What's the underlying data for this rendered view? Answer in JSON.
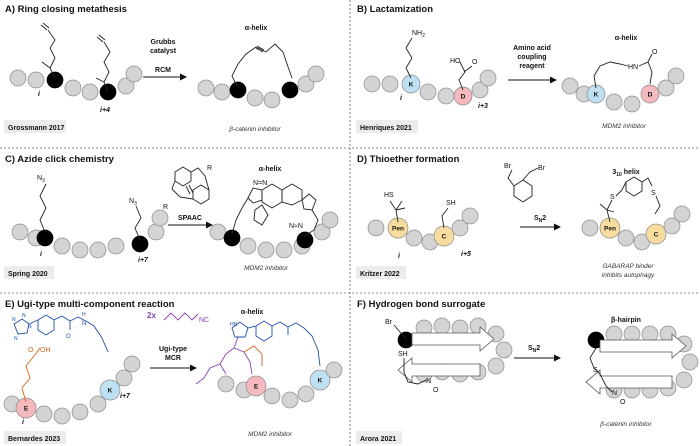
{
  "panels": {
    "A": {
      "title": "A)  Ring closing metathesis",
      "conformation": "α-helix",
      "arrow_top": "Grubbs",
      "arrow_top2": "catalyst",
      "arrow_bottom": "RCM",
      "res_i": "i",
      "res_i4": "i+4",
      "citation": "Grossmann 2017",
      "target": "β-catenin inhibitor"
    },
    "B": {
      "title": "B)  Lactamization",
      "conformation": "α-helix",
      "arrow_top": "Amino acid",
      "arrow_top2": "coupling",
      "arrow_top3": "reagent",
      "nh2": "NH",
      "nh2_sub": "2",
      "ho": "HO",
      "o": "O",
      "hn": "HN",
      "k": "K",
      "d": "D",
      "res_i": "i",
      "res_i3": "i+3",
      "citation": "Henriques 2021",
      "target": "MDM2 inhibitor"
    },
    "C": {
      "title": "C)  Azide click chemistry",
      "conformation": "α-helix",
      "n3a": "N",
      "n3a_sub": "3",
      "n3b": "N",
      "n3b_sub": "3",
      "r_top": "R",
      "r_bot": "R",
      "arrow_label": "SPAAC",
      "res_i": "i",
      "res_i7": "i+7",
      "citation": "Spring 2020",
      "target": "MDM2 inhibitor"
    },
    "D": {
      "title": "D)  Thioether formation",
      "conformation": "3",
      "conformation_sub": "10",
      "conformation_rest": " helix",
      "br1": "Br",
      "br2": "Br",
      "hs": "HS",
      "sh": "SH",
      "pen": "Pen",
      "c": "C",
      "s": "S",
      "arrow_label": "S",
      "arrow_label_sub": "N",
      "arrow_label_rest": "2",
      "res_i": "i",
      "res_i5": "i+5",
      "citation": "Kritzer 2022",
      "target": "GABARAP binder",
      "target2": "inhibits autophagy"
    },
    "E": {
      "title": "E)  Ugi-type multi-component reaction",
      "conformation": "α-helix",
      "twox": "2x",
      "nc": "NC",
      "arrow_top": "Ugi-type",
      "arrow_bottom": "MCR",
      "oh": "OH",
      "o": "O",
      "h": "H",
      "n": "N",
      "hn": "HN",
      "e": "E",
      "k": "K",
      "res_i": "i",
      "res_i7": "i+7",
      "citation": "Bernardes 2023",
      "target": "MDM2 inhibitor"
    },
    "F": {
      "title": "F)  Hydrogen bond surrogate",
      "conformation": "β-hairpin",
      "br": "Br",
      "sh": "SH",
      "s": "S",
      "n": "N",
      "o": "O",
      "arrow_label": "S",
      "arrow_label_sub": "N",
      "arrow_label_rest": "2",
      "citation": "Arora 2021",
      "target": "β-catenin inhibitor"
    }
  },
  "colors": {
    "bead": "#d4d4d4",
    "bead_stroke": "#8a8a8a",
    "black_bead": "#000000",
    "K": "#bfe0f3",
    "D": "#f3b9bd",
    "Pen": "#f7dca0",
    "C": "#f7dca0",
    "E": "#f3b9bd",
    "purple": "#8a3fb5",
    "blue": "#1f4fa8",
    "orange": "#d9641c"
  }
}
